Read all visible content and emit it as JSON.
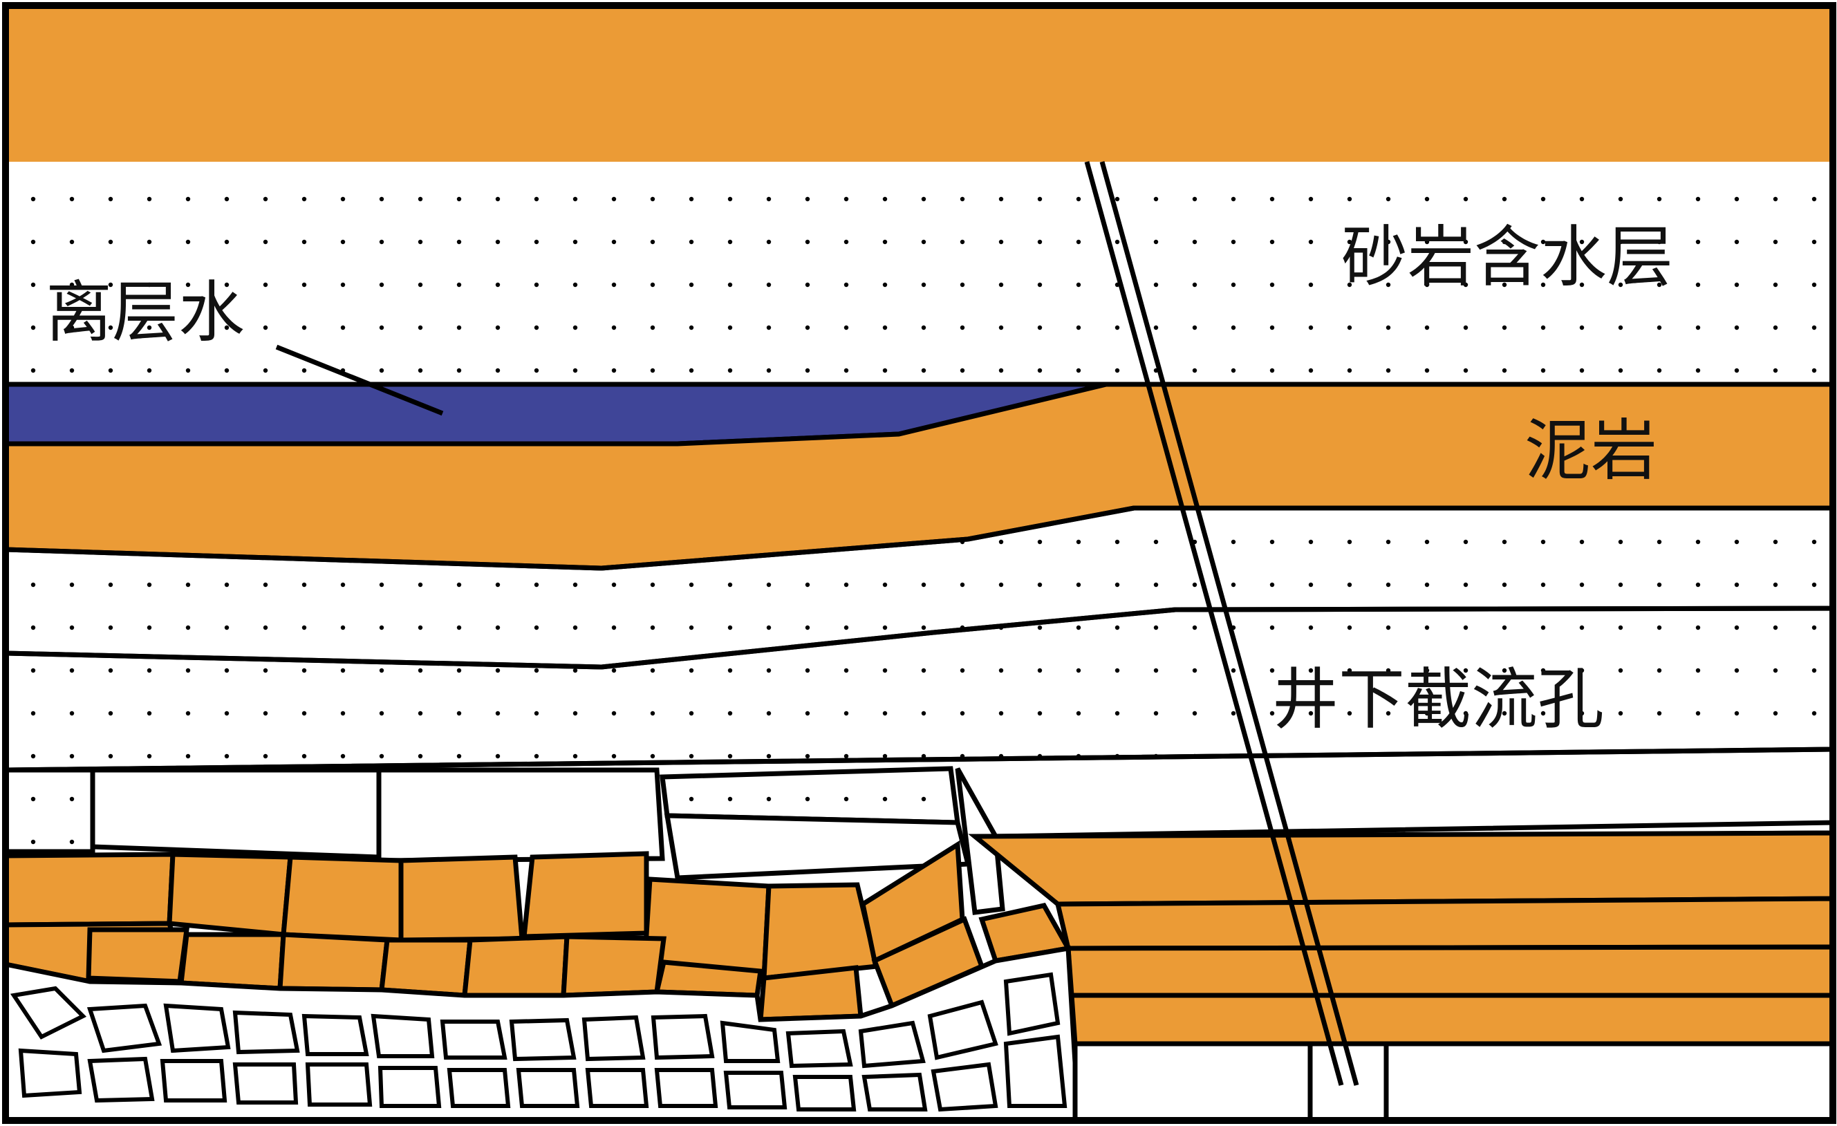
{
  "labels": {
    "aquifer": "砂岩含水层",
    "separation_water": "离层水",
    "mudstone": "泥岩",
    "borehole": "井下截流孔"
  },
  "colors": {
    "mudstone": "#EB9B36",
    "separation_water": "#3F4598",
    "sandstone": "#FFFFFF",
    "line": "#000000"
  }
}
